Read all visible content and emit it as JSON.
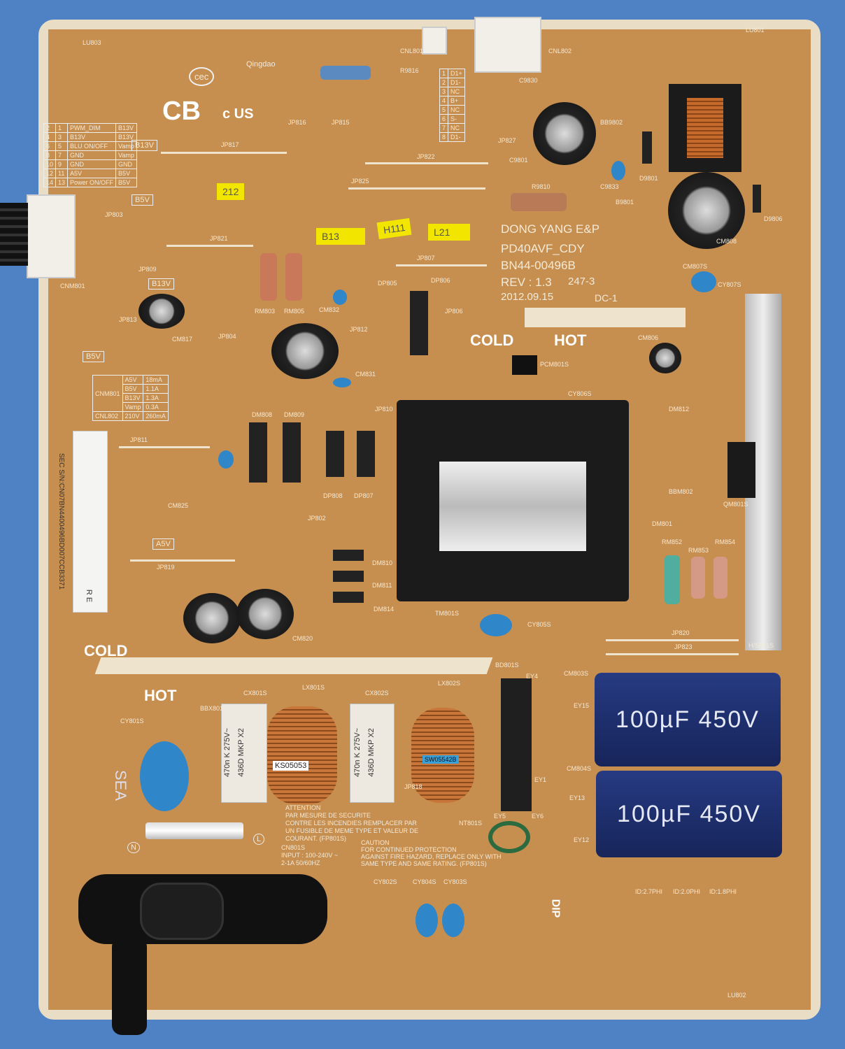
{
  "board": {
    "manufacturer": "DONG YANG E&P",
    "model": "PD40AVF_CDY",
    "part_number": "BN44-00496B",
    "revision": "REV : 1.3",
    "revision_handwritten": "247-3",
    "date": "2012.09.15",
    "dc_mark": "DC-1",
    "cert_marks": [
      "CB",
      "cec",
      "Qingdao",
      "c US"
    ],
    "serial_label": "SEC S/N:CN07BN4400496BD007CCB3371",
    "serial_suffix": "R E",
    "sea_mark": "SEA"
  },
  "zones": {
    "cold": "COLD",
    "hot": "HOT",
    "dip": "DIP"
  },
  "stickers": [
    "212",
    "B13",
    "H111",
    "L21"
  ],
  "connector_pinout": [
    [
      "2",
      "1",
      "PWM_DIM",
      "B13V"
    ],
    [
      "4",
      "3",
      "B13V",
      "B13V"
    ],
    [
      "6",
      "5",
      "BLU ON/OFF",
      "Vamp"
    ],
    [
      "8",
      "7",
      "GND",
      "Vamp"
    ],
    [
      "10",
      "9",
      "GND",
      "GND"
    ],
    [
      "12",
      "11",
      "A5V",
      "B5V"
    ],
    [
      "14",
      "13",
      "Power ON/OFF",
      "B5V"
    ]
  ],
  "d_pins": [
    "D1+",
    "D1-",
    "NC",
    "B+",
    "NC",
    "S-",
    "NC",
    "D1-"
  ],
  "d_pin_numbers": [
    "1",
    "2",
    "3",
    "4",
    "5",
    "6",
    "7",
    "8"
  ],
  "rail_labels": [
    "B13V",
    "B5V",
    "B13V",
    "B5V",
    "A5V"
  ],
  "output_ratings": {
    "connector": "CNM801",
    "rows": [
      [
        "A5V",
        "18mA"
      ],
      [
        "B5V",
        "1.1A"
      ],
      [
        "B13V",
        "1.3A"
      ],
      [
        "Vamp",
        "0.3A"
      ]
    ],
    "cnl_connector": "CNL802",
    "cnl_row": [
      "210V",
      "260mA"
    ]
  },
  "components": [
    "LU803",
    "LU801",
    "LU802",
    "CNL801",
    "CNL802",
    "R9816",
    "C9830",
    "JP816",
    "JP815",
    "JP817",
    "JP822",
    "JP825",
    "JP827",
    "C9801",
    "BB9802",
    "D9801",
    "D9806",
    "C9833",
    "R9810",
    "B9801",
    "CM808",
    "JP803",
    "JP821",
    "JP809",
    "JP807",
    "CNM801",
    "JP813",
    "CM817",
    "RM803",
    "RM805",
    "CM832",
    "DP805",
    "DP806",
    "JP812",
    "JP806",
    "CM831",
    "JP804",
    "CM807S",
    "CY807S",
    "PCM801S",
    "CY806S",
    "CM806",
    "DM812",
    "JP810",
    "DM808",
    "DM809",
    "DP808",
    "DP807",
    "JP811",
    "CM825",
    "JP802",
    "BBM802",
    "QM801S",
    "DM801",
    "RM852",
    "RM853",
    "RM854",
    "JP819",
    "DM810",
    "DM811",
    "DM814",
    "TM801S",
    "CY805S",
    "CM820",
    "JP820",
    "JP823",
    "H/S801S",
    "BD801S",
    "CM803S",
    "CM804S",
    "EY1",
    "EY4",
    "EY5",
    "EY6",
    "EY12",
    "EY13",
    "EY15",
    "BBX801",
    "CX801S",
    "LX801S",
    "CX802S",
    "LX802S",
    "CY801S",
    "JP818",
    "NT801S",
    "CN801S",
    "CY802S",
    "CY804S",
    "CY803S"
  ],
  "x_caps": [
    {
      "value": "470n K 275V~",
      "marking": "436D MKP X2"
    },
    {
      "value": "470n K 275V~",
      "marking": "436D MKP X2"
    }
  ],
  "choke_labels": [
    "KS05053",
    "SW05542B"
  ],
  "bulk_caps": [
    {
      "marking": "100µF 450V"
    },
    {
      "marking": "100µF 450V"
    }
  ],
  "fuse_text_fr": "ATTENTION\nPAR MESURE DE SECURITE\nCONTRE LES INCENDIES REMPLACER PAR\nUN FUSIBLE DE MEME TYPE ET VALEUR DE\nCOURANT. (FP801S)",
  "fuse_text_en": "CAUTION\nFOR CONTINUED PROTECTION\nAGAINST FIRE HAZARD, REPLACE ONLY WITH\nSAME TYPE AND SAME RATING. (FP801S)",
  "input_rating": "CN801S\nINPUT : 100-240V ~\n2-1A 50/60HZ",
  "id_marks": [
    "ID:2.7PHI",
    "ID:2.0PHI",
    "ID:1.8PHI"
  ],
  "pin_marks": [
    "N",
    "L"
  ]
}
